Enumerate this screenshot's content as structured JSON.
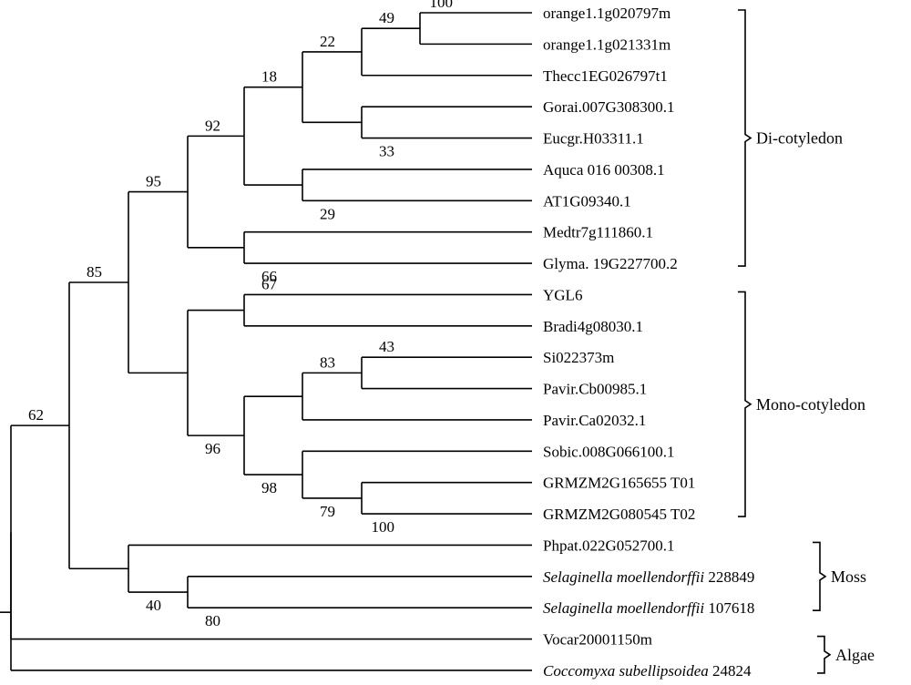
{
  "leaves": [
    {
      "id": "orange1",
      "parts": [
        {
          "t": "orange1.1g020797m"
        }
      ]
    },
    {
      "id": "orange2",
      "parts": [
        {
          "t": "orange1.1g021331m"
        }
      ]
    },
    {
      "id": "thecc",
      "parts": [
        {
          "t": "Thecc1EG026797t1"
        }
      ]
    },
    {
      "id": "gorai",
      "parts": [
        {
          "t": "Gorai.007G308300.1"
        }
      ]
    },
    {
      "id": "eucgr",
      "parts": [
        {
          "t": "Eucgr.H03311.1"
        }
      ]
    },
    {
      "id": "aquca",
      "parts": [
        {
          "t": "Aquca 016 00308.1"
        }
      ]
    },
    {
      "id": "at1g",
      "parts": [
        {
          "t": "AT1G09340.1"
        }
      ]
    },
    {
      "id": "medtr",
      "parts": [
        {
          "t": "Medtr7g111860.1"
        }
      ]
    },
    {
      "id": "glyma",
      "parts": [
        {
          "t": "Glyma. 19G227700.2"
        }
      ]
    },
    {
      "id": "ygl6",
      "parts": [
        {
          "t": "YGL6"
        }
      ]
    },
    {
      "id": "bradi",
      "parts": [
        {
          "t": "Bradi4g08030.1"
        }
      ]
    },
    {
      "id": "si02",
      "parts": [
        {
          "t": "Si022373m"
        }
      ]
    },
    {
      "id": "pavcb",
      "parts": [
        {
          "t": "Pavir.Cb00985.1"
        }
      ]
    },
    {
      "id": "pavca",
      "parts": [
        {
          "t": "Pavir.Ca02032.1"
        }
      ]
    },
    {
      "id": "sobic",
      "parts": [
        {
          "t": "Sobic.008G066100.1"
        }
      ]
    },
    {
      "id": "grm1",
      "parts": [
        {
          "t": "GRMZM2G165655 T01"
        }
      ]
    },
    {
      "id": "grm2",
      "parts": [
        {
          "t": "GRMZM2G080545 T02"
        }
      ]
    },
    {
      "id": "phpat",
      "parts": [
        {
          "t": "Phpat.022G052700.1"
        }
      ]
    },
    {
      "id": "sel1",
      "parts": [
        {
          "t": "Selaginella moellendorffii",
          "italic": true
        },
        {
          "t": " 228849"
        }
      ]
    },
    {
      "id": "sel2",
      "parts": [
        {
          "t": "Selaginella moellendorffii",
          "italic": true
        },
        {
          "t": " 107618"
        }
      ]
    },
    {
      "id": "vocar",
      "parts": [
        {
          "t": "Vocar20001150m"
        }
      ]
    },
    {
      "id": "cocco",
      "parts": [
        {
          "t": "Coccomyxa subellipsoidea",
          "italic": true
        },
        {
          "t": " 24824"
        }
      ]
    }
  ],
  "tree": {
    "boot": "62",
    "children": [
      {
        "boot": "85",
        "children": [
          {
            "boot": "95",
            "children": [
              {
                "boot": "92",
                "children": [
                  {
                    "boot": "18",
                    "children": [
                      {
                        "boot": "22",
                        "children": [
                          {
                            "boot": "49",
                            "children": [
                              {
                                "boot": "100",
                                "children": [
                                  {
                                    "leaf": "orange1"
                                  },
                                  {
                                    "leaf": "orange2"
                                  }
                                ]
                              },
                              {
                                "leaf": "thecc"
                              }
                            ]
                          },
                          {
                            "boot": "33",
                            "children": [
                              {
                                "leaf": "gorai"
                              },
                              {
                                "leaf": "eucgr"
                              }
                            ]
                          }
                        ]
                      },
                      {
                        "boot": "29",
                        "children": [
                          {
                            "leaf": "aquca"
                          },
                          {
                            "leaf": "at1g"
                          }
                        ]
                      }
                    ]
                  },
                  {
                    "boot": "66",
                    "children": [
                      {
                        "leaf": "medtr"
                      },
                      {
                        "leaf": "glyma"
                      }
                    ]
                  }
                ]
              },
              {
                "boot": "96",
                "children": [
                  {
                    "boot": "67",
                    "children": [
                      {
                        "leaf": "ygl6"
                      },
                      {
                        "leaf": "bradi"
                      }
                    ]
                  },
                  {
                    "boot": "98",
                    "children": [
                      {
                        "boot": "83",
                        "children": [
                          {
                            "boot": "43",
                            "children": [
                              {
                                "leaf": "si02"
                              },
                              {
                                "leaf": "pavcb"
                              }
                            ]
                          },
                          {
                            "leaf": "pavca"
                          }
                        ]
                      },
                      {
                        "boot": "79",
                        "children": [
                          {
                            "leaf": "sobic"
                          },
                          {
                            "boot": "100",
                            "children": [
                              {
                                "leaf": "grm1"
                              },
                              {
                                "leaf": "grm2"
                              }
                            ]
                          }
                        ]
                      }
                    ]
                  }
                ]
              }
            ]
          },
          {
            "boot": "40",
            "children": [
              {
                "leaf": "phpat"
              },
              {
                "boot": "80",
                "children": [
                  {
                    "leaf": "sel1"
                  },
                  {
                    "leaf": "sel2"
                  }
                ]
              }
            ]
          }
        ]
      },
      {
        "leaf": "vocar"
      }
    ]
  },
  "groups": [
    {
      "label": "Di-cotyledon",
      "from": "orange1",
      "to": "glyma"
    },
    {
      "label": "Mono-cotyledon",
      "from": "ygl6",
      "to": "grm2"
    },
    {
      "label": "Moss",
      "from": "phpat",
      "to": "sel2"
    },
    {
      "label": "Algae",
      "from": "vocar",
      "to": "cocco"
    }
  ]
}
